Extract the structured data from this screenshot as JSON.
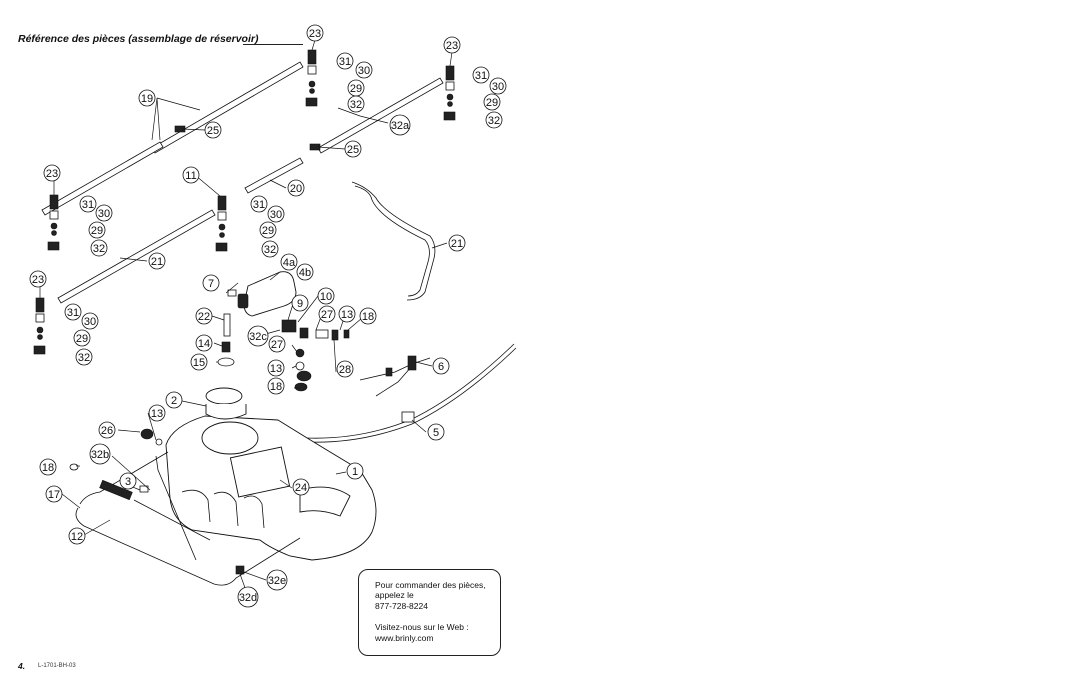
{
  "header": {
    "title": "Référence des pièces (assemblage de réservoir)"
  },
  "callouts": {
    "c23a": "23",
    "c31a": "31",
    "c30a": "30",
    "c29a": "29",
    "c32a": "32",
    "c23b": "23",
    "c31b": "31",
    "c30b": "30",
    "c29b": "29",
    "c32b": "32",
    "c32a_lbl": "32a",
    "c19": "19",
    "c25a": "25",
    "c25b": "25",
    "c23c": "23",
    "c31c": "31",
    "c30c": "30",
    "c29c": "29",
    "c32c": "32",
    "c11": "11",
    "c20": "20",
    "c31d": "31",
    "c30d": "30",
    "c29d": "29",
    "c32d": "32",
    "c21a": "21",
    "c21b": "21",
    "c23e": "23",
    "c31e": "31",
    "c30e": "30",
    "c29e": "29",
    "c32e": "32",
    "c4a": "4a",
    "c4b": "4b",
    "c7": "7",
    "c22": "22",
    "c32c_lbl": "32c",
    "c9": "9",
    "c10": "10",
    "c27a": "27",
    "c13a": "13",
    "c18a": "18",
    "c27b": "27",
    "c13b": "13",
    "c28": "28",
    "c18b": "18",
    "c14": "14",
    "c15": "15",
    "c6": "6",
    "c5": "5",
    "c2": "2",
    "c13c": "13",
    "c26": "26",
    "c32b_lbl": "32b",
    "c18c": "18",
    "c3": "3",
    "c17": "17",
    "c12": "12",
    "c1": "1",
    "c24": "24",
    "c32e_lbl": "32e",
    "c32d_lbl": "32d"
  },
  "order_box": {
    "line1": "Pour commander des pièces,",
    "line2": "appelez le",
    "phone": "877-728-8224",
    "line4": "Visitez-nous sur le Web :",
    "web": "www.brinly.com"
  },
  "footer": {
    "page": "4.",
    "code": "L-1701-BH-03"
  }
}
